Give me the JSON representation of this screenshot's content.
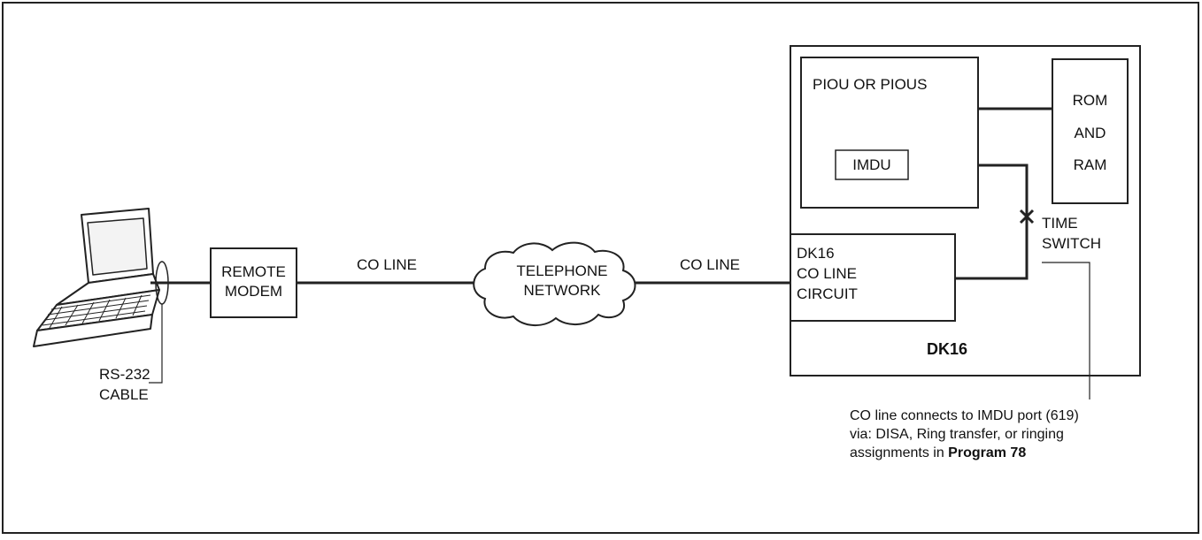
{
  "computer": {
    "name": "laptop-icon"
  },
  "cable": {
    "line1": "RS-232",
    "line2": "CABLE"
  },
  "modem": {
    "line1": "REMOTE",
    "line2": "MODEM"
  },
  "co_line_left": "CO LINE",
  "network": {
    "line1": "TELEPHONE",
    "line2": "NETWORK"
  },
  "co_line_right": "CO LINE",
  "dk16": {
    "title": "DK16",
    "piou": {
      "label": "PIOU OR PIOUS",
      "imdu": "IMDU"
    },
    "memory": {
      "line1": "ROM",
      "line2": "AND",
      "line3": "RAM"
    },
    "time_switch": {
      "line1": "TIME",
      "line2": "SWITCH"
    },
    "co_circuit": {
      "line1": "DK16",
      "line2": "CO LINE",
      "line3": "CIRCUIT"
    }
  },
  "note": {
    "line1": "CO line connects to IMDU port (619)",
    "line2": "via: DISA, Ring transfer, or ringing",
    "line3_prefix": "assignments in ",
    "line3_bold": "Program 78"
  }
}
